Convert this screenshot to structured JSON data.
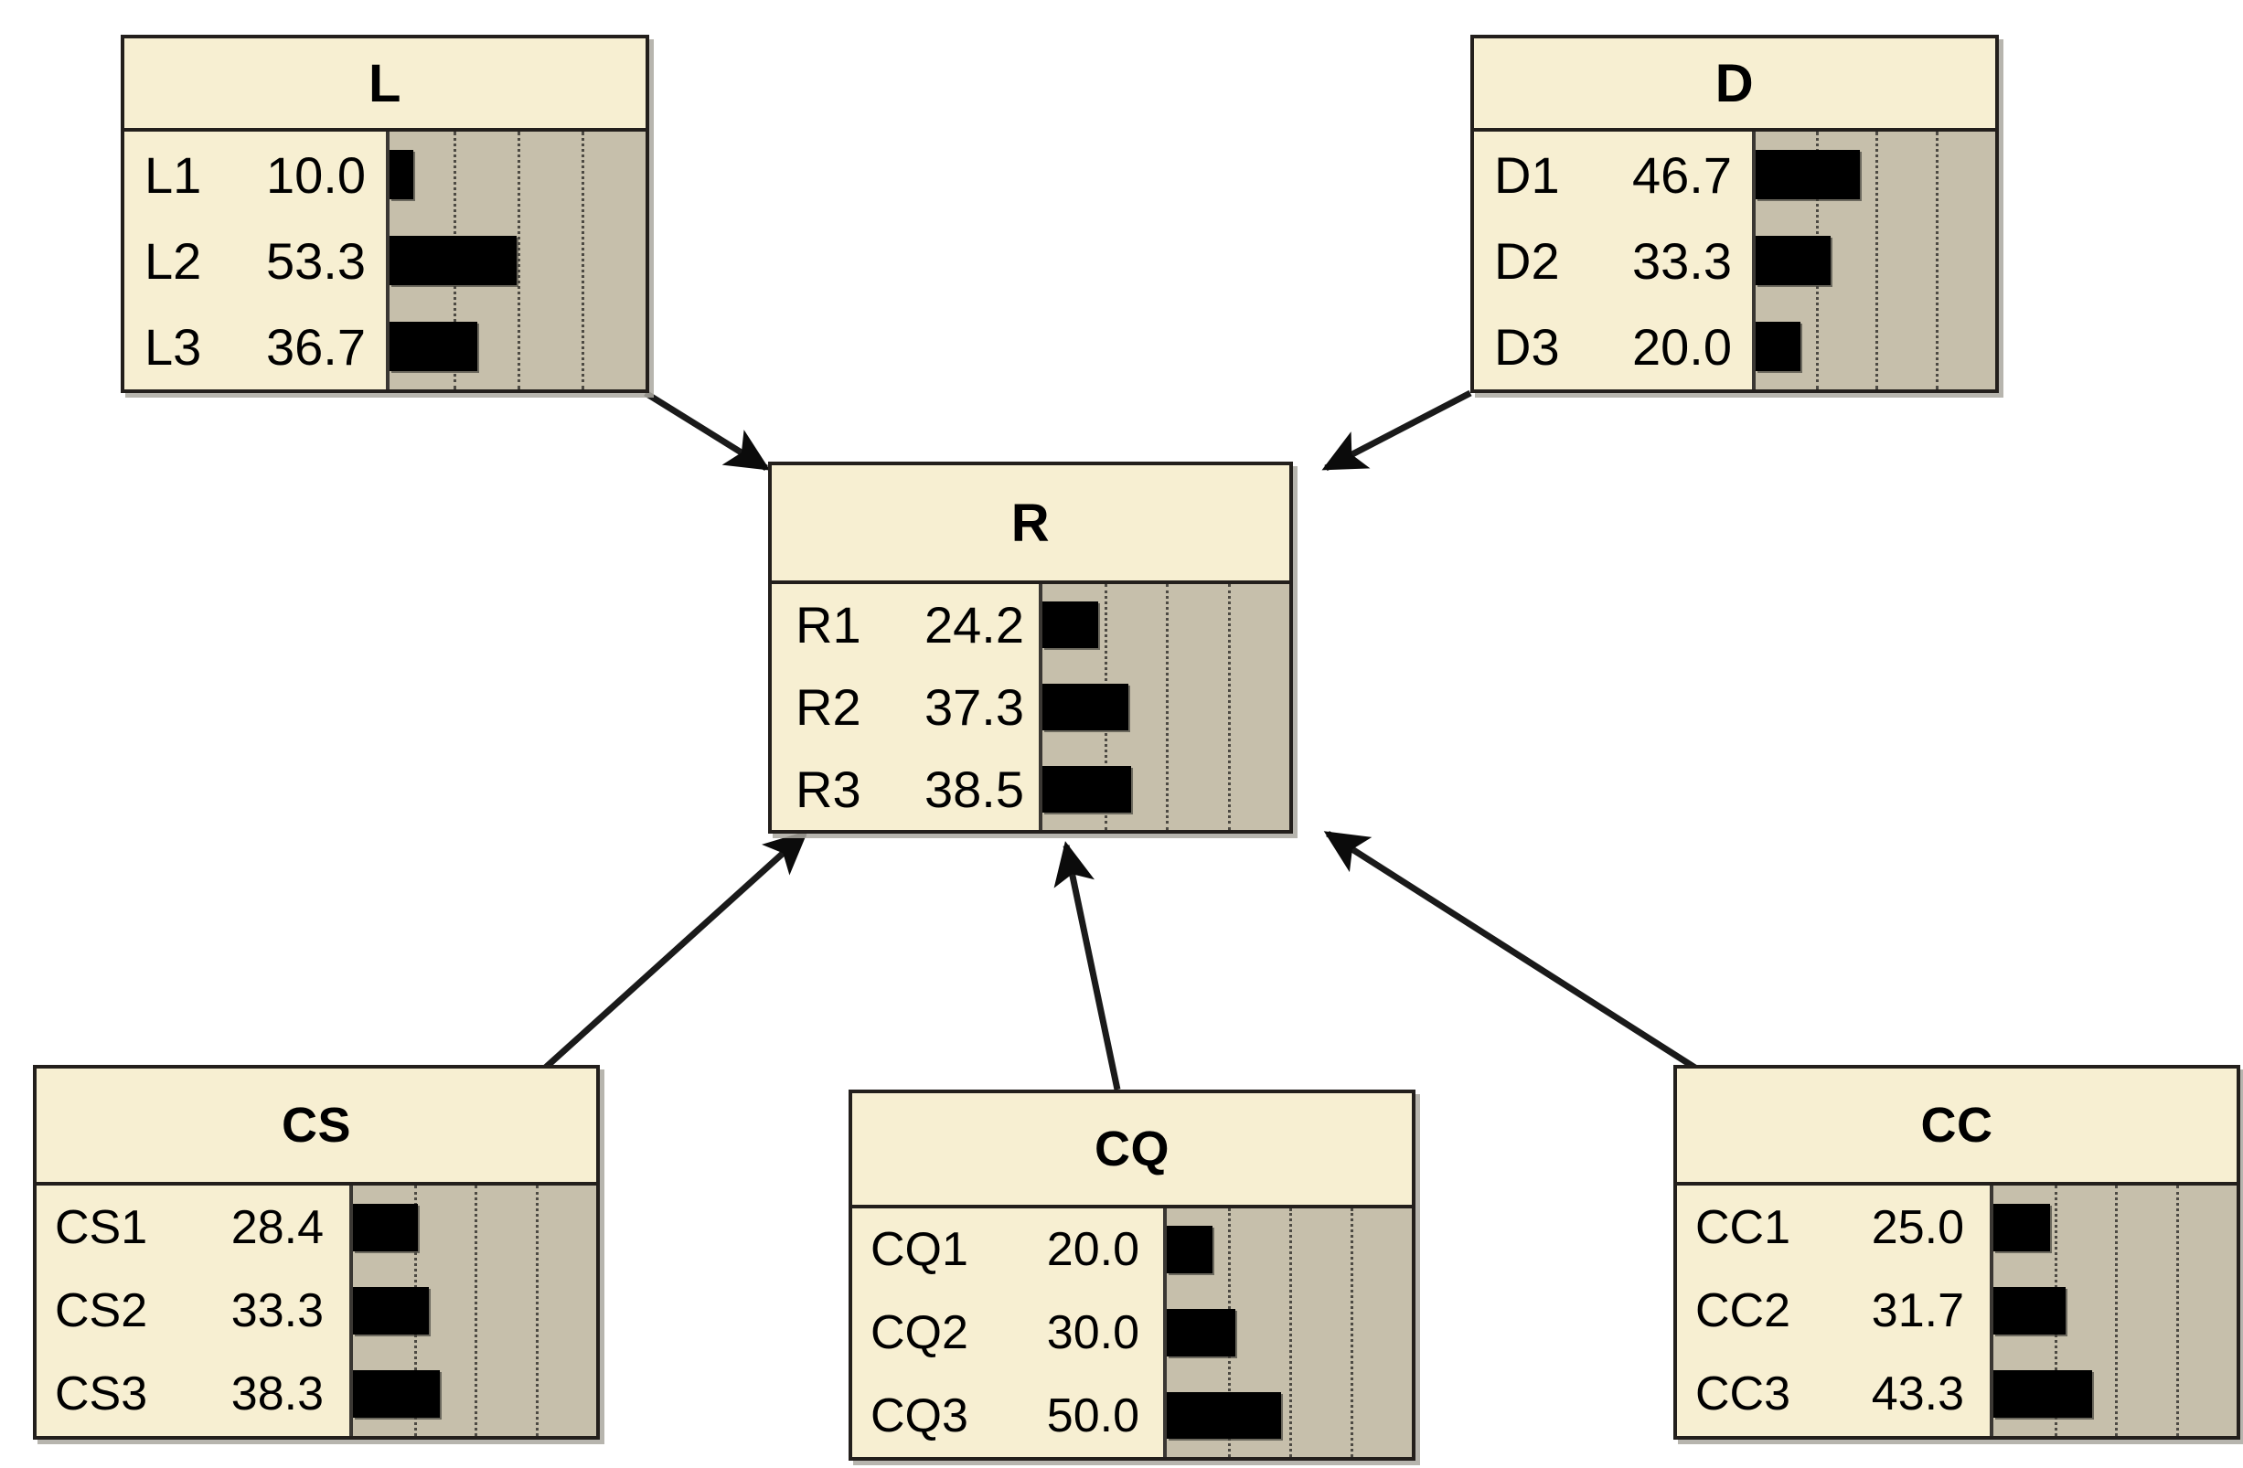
{
  "diagram": {
    "title": "Path model with bar-chart indicator boxes",
    "background_color": "#ffffff",
    "box_fill": "#f7efd2",
    "chart_fill": "#c6bfab",
    "bar_color": "#000000",
    "border_color": "#231f1c",
    "gridline_color": "#4d4a43"
  },
  "chart_data": {
    "type": "bar",
    "orientation": "horizontal",
    "xlim": [
      0,
      107
    ],
    "gridlines": [
      26.75,
      53.5,
      80.25
    ],
    "grid": true,
    "legend": "none",
    "charts": [
      {
        "id": "L",
        "title": "L",
        "categories": [
          "L1",
          "L2",
          "L3"
        ],
        "values": [
          10.0,
          53.3,
          36.7
        ],
        "labels": [
          "10.0",
          "53.3",
          "36.7"
        ]
      },
      {
        "id": "D",
        "title": "D",
        "categories": [
          "D1",
          "D2",
          "D3"
        ],
        "values": [
          46.7,
          33.3,
          20.0
        ],
        "labels": [
          "46.7",
          "33.3",
          "20.0"
        ]
      },
      {
        "id": "R",
        "title": "R",
        "categories": [
          "R1",
          "R2",
          "R3"
        ],
        "values": [
          24.2,
          37.3,
          38.5
        ],
        "labels": [
          "24.2",
          "37.3",
          "38.5"
        ]
      },
      {
        "id": "CS",
        "title": "CS",
        "categories": [
          "CS1",
          "CS2",
          "CS3"
        ],
        "values": [
          28.4,
          33.3,
          38.3
        ],
        "labels": [
          "28.4",
          "33.3",
          "38.3"
        ]
      },
      {
        "id": "CQ",
        "title": "CQ",
        "categories": [
          "CQ1",
          "CQ2",
          "CQ3"
        ],
        "values": [
          20.0,
          30.0,
          50.0
        ],
        "labels": [
          "20.0",
          "30.0",
          "50.0"
        ]
      },
      {
        "id": "CC",
        "title": "CC",
        "categories": [
          "CC1",
          "CC2",
          "CC3"
        ],
        "values": [
          25.0,
          31.7,
          43.3
        ],
        "labels": [
          "25.0",
          "31.7",
          "43.3"
        ]
      }
    ]
  },
  "nodes": {
    "L": {
      "title": "L",
      "rows": [
        {
          "label": "L1",
          "value": "10.0"
        },
        {
          "label": "L2",
          "value": "53.3"
        },
        {
          "label": "L3",
          "value": "36.7"
        }
      ]
    },
    "D": {
      "title": "D",
      "rows": [
        {
          "label": "D1",
          "value": "46.7"
        },
        {
          "label": "D2",
          "value": "33.3"
        },
        {
          "label": "D3",
          "value": "20.0"
        }
      ]
    },
    "R": {
      "title": "R",
      "rows": [
        {
          "label": "R1",
          "value": "24.2"
        },
        {
          "label": "R2",
          "value": "37.3"
        },
        {
          "label": "R3",
          "value": "38.5"
        }
      ]
    },
    "CS": {
      "title": "CS",
      "rows": [
        {
          "label": "CS1",
          "value": "28.4"
        },
        {
          "label": "CS2",
          "value": "33.3"
        },
        {
          "label": "CS3",
          "value": "38.3"
        }
      ]
    },
    "CQ": {
      "title": "CQ",
      "rows": [
        {
          "label": "CQ1",
          "value": "20.0"
        },
        {
          "label": "CQ2",
          "value": "30.0"
        },
        {
          "label": "CQ3",
          "value": "50.0"
        }
      ]
    },
    "CC": {
      "title": "CC",
      "rows": [
        {
          "label": "CC1",
          "value": "25.0"
        },
        {
          "label": "CC2",
          "value": "31.7"
        },
        {
          "label": "CC3",
          "value": "43.3"
        }
      ]
    }
  },
  "edges": [
    {
      "id": "L-to-R",
      "from": "L",
      "to": "R",
      "arrow": "single"
    },
    {
      "id": "D-to-R",
      "from": "D",
      "to": "R",
      "arrow": "single"
    },
    {
      "id": "CS-to-R",
      "from": "CS",
      "to": "R",
      "arrow": "single"
    },
    {
      "id": "CQ-to-R",
      "from": "CQ",
      "to": "R",
      "arrow": "single"
    },
    {
      "id": "CC-to-R",
      "from": "CC",
      "to": "R",
      "arrow": "single"
    }
  ]
}
